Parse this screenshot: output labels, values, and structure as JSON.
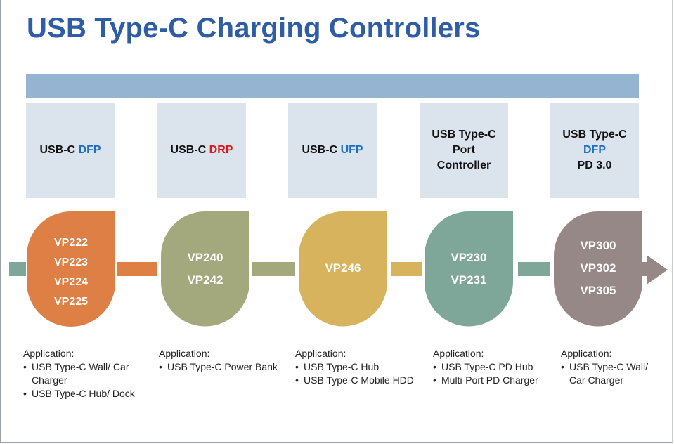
{
  "title": "USB Type-C Charging Controllers",
  "categories": [
    {
      "line1": "USB-C",
      "highlight": "DFP",
      "color": "blue"
    },
    {
      "line1": "USB-C",
      "highlight": "DRP",
      "color": "red"
    },
    {
      "line1": "USB-C",
      "highlight": "UFP",
      "color": "blue"
    },
    {
      "lines": [
        "USB Type-C",
        "Port",
        "Controller"
      ]
    },
    {
      "lines_top": "USB Type-C",
      "highlight": "DFP",
      "lines_bottom": "PD 3.0"
    }
  ],
  "products": [
    [
      "VP222",
      "VP223",
      "VP224",
      "VP225"
    ],
    [
      "VP240",
      "VP242"
    ],
    [
      "VP246"
    ],
    [
      "VP230",
      "VP231"
    ],
    [
      "VP300",
      "VP302",
      "VP305"
    ]
  ],
  "applications": [
    {
      "heading": "Application:",
      "items": [
        "USB Type-C Wall/ Car Charger",
        "USB Type-C Hub/ Dock"
      ]
    },
    {
      "heading": "Application:",
      "items": [
        "USB Type-C Power Bank"
      ]
    },
    {
      "heading": "Application:",
      "items": [
        "USB Type-C Hub",
        "USB Type-C Mobile HDD"
      ]
    },
    {
      "heading": "Application:",
      "items": [
        "USB Type-C PD Hub",
        "Multi-Port PD Charger"
      ]
    },
    {
      "heading": "Application:",
      "items": [
        "USB Type-C Wall/ Car Charger"
      ]
    }
  ],
  "colors": {
    "title": "#2e5da5",
    "topbar": "#94b4d1",
    "category_box": "#dbe3ec",
    "highlight_blue": "#1f6fc0",
    "highlight_red": "#e3141b",
    "drops": [
      "#de7f45",
      "#a3a97c",
      "#d7b35d",
      "#7ea699",
      "#958886"
    ]
  }
}
